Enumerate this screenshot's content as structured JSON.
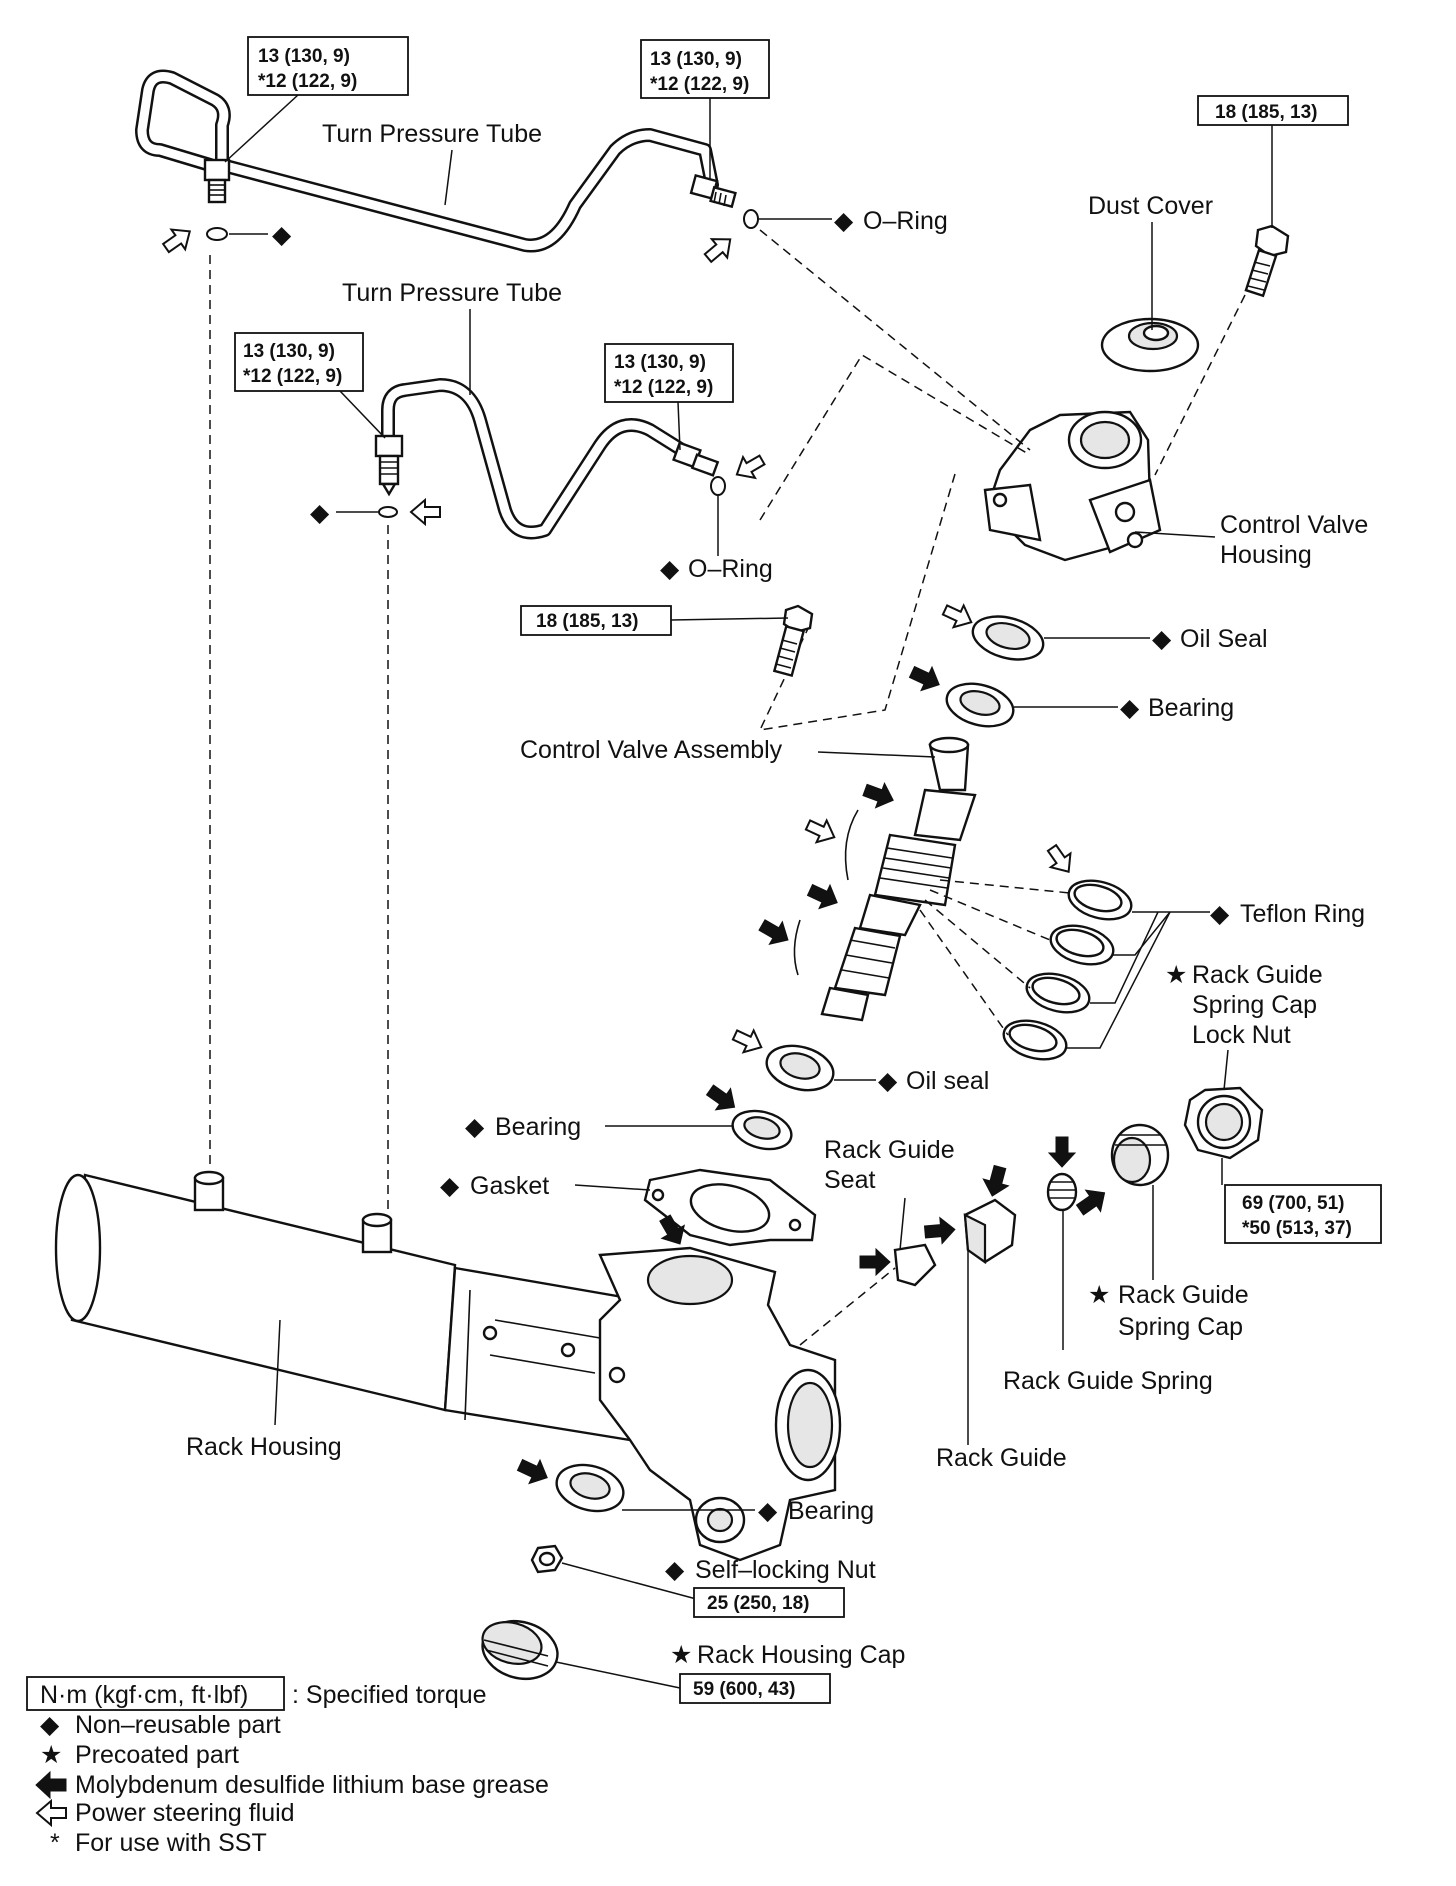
{
  "labels": {
    "turn_tube_1": "Turn Pressure Tube",
    "turn_tube_2": "Turn Pressure Tube",
    "o_ring_1": "O–Ring",
    "o_ring_2": "O–Ring",
    "dust_cover": "Dust Cover",
    "control_valve_housing_1": "Control Valve",
    "control_valve_housing_2": "Housing",
    "oil_seal_1": "Oil Seal",
    "bearing_1": "Bearing",
    "control_valve_assembly": "Control Valve Assembly",
    "teflon_ring": "Teflon Ring",
    "lock_nut_1": "Rack Guide",
    "lock_nut_2": "Spring Cap",
    "lock_nut_3": "Lock Nut",
    "oil_seal_2": "Oil seal",
    "bearing_2": "Bearing",
    "gasket": "Gasket",
    "rack_guide_seat_1": "Rack Guide",
    "rack_guide_seat_2": "Seat",
    "spring_cap_1": "Rack Guide",
    "spring_cap_2": "Spring Cap",
    "rack_guide_spring": "Rack Guide Spring",
    "rack_housing": "Rack Housing",
    "rack_guide": "Rack Guide",
    "bearing_3": "Bearing",
    "self_locking_nut": "Self–locking Nut",
    "rack_housing_cap": "Rack Housing Cap"
  },
  "torques": {
    "t1a": "13 (130, 9)",
    "t1b": "*12 (122, 9)",
    "t2a": "13 (130, 9)",
    "t2b": "*12 (122, 9)",
    "t3a": "13 (130, 9)",
    "t3b": "*12 (122, 9)",
    "t4a": "13 (130, 9)",
    "t4b": "*12 (122, 9)",
    "t5": "18 (185, 13)",
    "t6": "18 (185, 13)",
    "t7a": "69 (700, 51)",
    "t7b": "*50 (513, 37)",
    "t8": "25 (250, 18)",
    "t9": "59 (600, 43)"
  },
  "symbols": {
    "diamond": "◆",
    "star": "★"
  },
  "legend": {
    "torque_unit": "N·m (kgf·cm, ft·lbf)",
    "torque_desc": ": Specified torque",
    "non_reusable": "Non–reusable part",
    "precoated": "Precoated part",
    "moly_grease": "Molybdenum desulfide lithium base grease",
    "ps_fluid": "Power steering fluid",
    "sst_mark": "*",
    "sst": "For use with SST"
  }
}
